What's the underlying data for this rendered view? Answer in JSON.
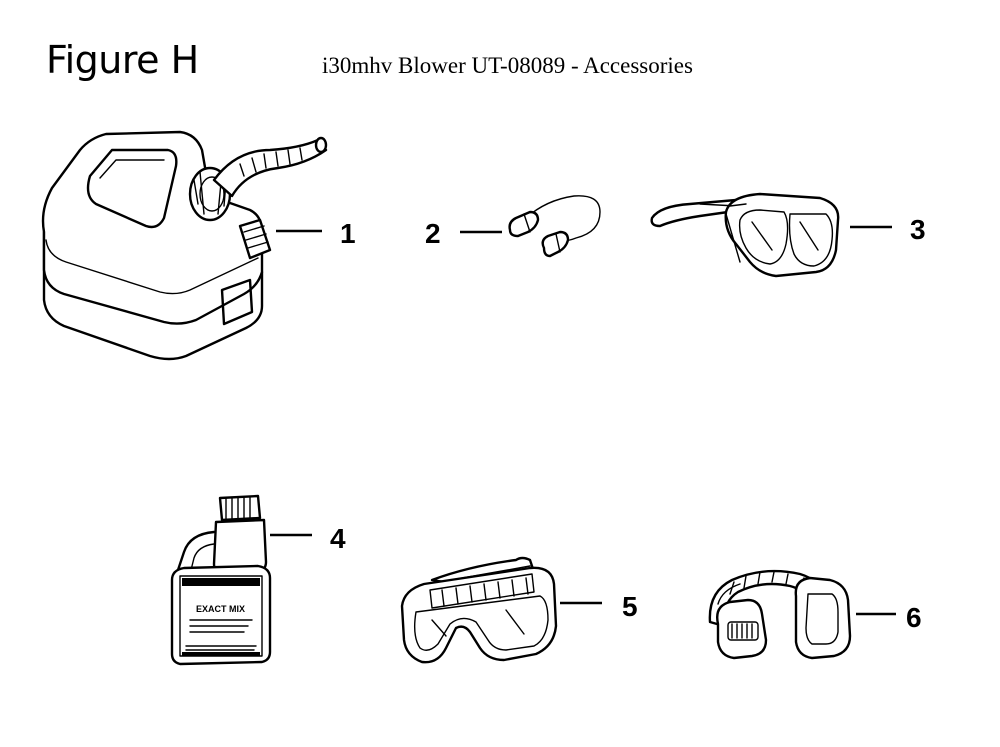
{
  "figure_label": "Figure H",
  "title": "i30mhv Blower UT-08089 - Accessories",
  "parts": [
    {
      "callout": "1",
      "icon": "fuel-can-icon"
    },
    {
      "callout": "2",
      "icon": "earplugs-icon"
    },
    {
      "callout": "3",
      "icon": "safety-glasses-icon"
    },
    {
      "callout": "4",
      "icon": "oil-bottle-icon"
    },
    {
      "callout": "5",
      "icon": "safety-goggles-icon"
    },
    {
      "callout": "6",
      "icon": "earmuffs-icon"
    }
  ],
  "bottle_label": {
    "brand": "EXACT MIX"
  }
}
